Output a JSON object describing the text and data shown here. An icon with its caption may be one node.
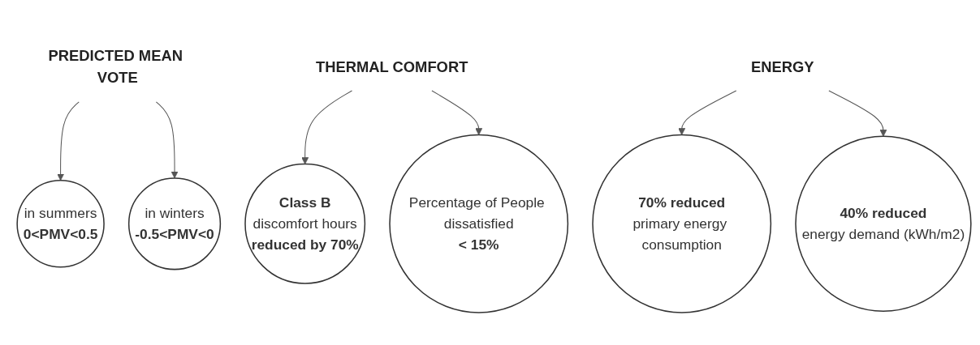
{
  "diagram": {
    "nodes": [
      {
        "text": [
          "PREDICTED MEAN VOTE"
        ]
      },
      {
        "text": [
          "in summers",
          "0<PMV<0.5"
        ]
      },
      {
        "text": [
          "in winters",
          "-0.5<PMV<0"
        ]
      },
      {
        "text": [
          "THERMAL COMFORT"
        ]
      },
      {
        "text": [
          "Class B",
          "discomfort hours",
          "reduced by 70%"
        ]
      },
      {
        "text": [
          "Percentage of People dissatisfied",
          "< 15%"
        ]
      },
      {
        "text": [
          "ENERGY"
        ]
      },
      {
        "text": [
          "70% reduced",
          "primary energy consumption"
        ]
      },
      {
        "text": [
          "40% reduced",
          "energy demand (kWh/m2)"
        ]
      }
    ],
    "edges": [
      {
        "from": 0,
        "to": 1,
        "arrow": "to"
      },
      {
        "from": 0,
        "to": 2,
        "arrow": "to"
      },
      {
        "from": 3,
        "to": 4,
        "arrow": "to"
      },
      {
        "from": 3,
        "to": 5,
        "arrow": "to"
      },
      {
        "from": 6,
        "to": 7,
        "arrow": "to"
      },
      {
        "from": 6,
        "to": 8,
        "arrow": "to"
      }
    ]
  }
}
